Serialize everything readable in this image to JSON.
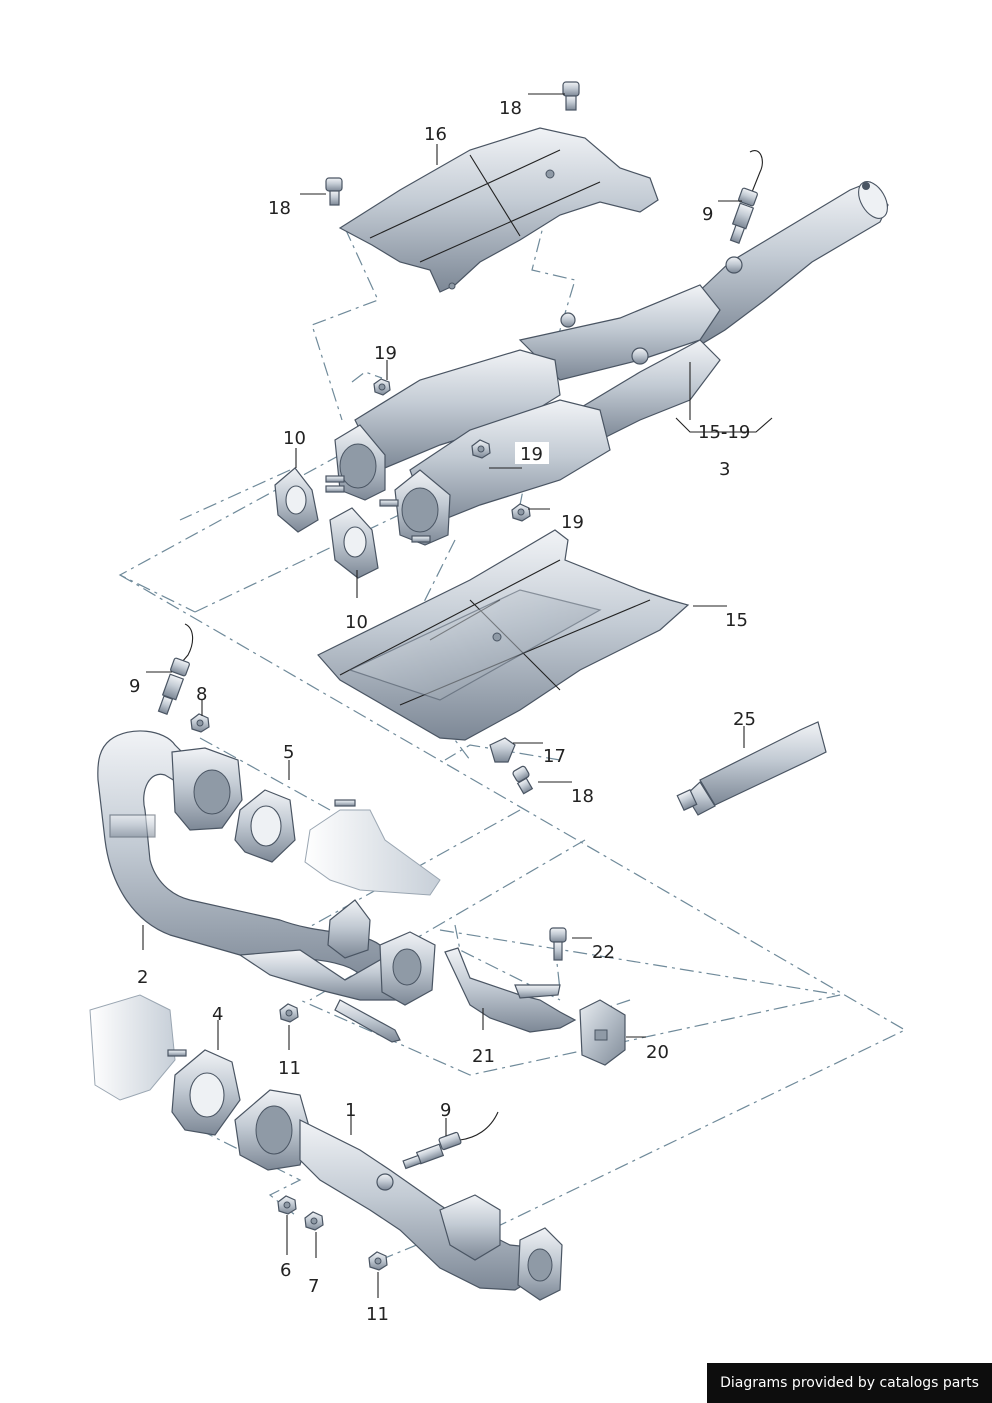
{
  "credit": "Diagrams provided by catalogs parts",
  "callouts": {
    "c18a": "18",
    "c16": "16",
    "c18b": "18",
    "c9a": "9",
    "c19a": "19",
    "c10a": "10",
    "c19b": "19",
    "c19c": "19",
    "c1519": "15-19",
    "c3": "3",
    "c10b": "10",
    "c15": "15",
    "c9b": "9",
    "c8": "8",
    "c5": "5",
    "c17": "17",
    "c18c": "18",
    "c25": "25",
    "c2": "2",
    "c22": "22",
    "c11a": "11",
    "c21": "21",
    "c20": "20",
    "c4": "4",
    "c1": "1",
    "c9c": "9",
    "c6": "6",
    "c7": "7",
    "c11b": "11"
  },
  "colors": {
    "metal_light": "#eef1f4",
    "metal_mid": "#b9c2cc",
    "metal_dark": "#7d8896",
    "dash_line": "#6f8a9a",
    "credit_bg": "#0d0d0d"
  }
}
